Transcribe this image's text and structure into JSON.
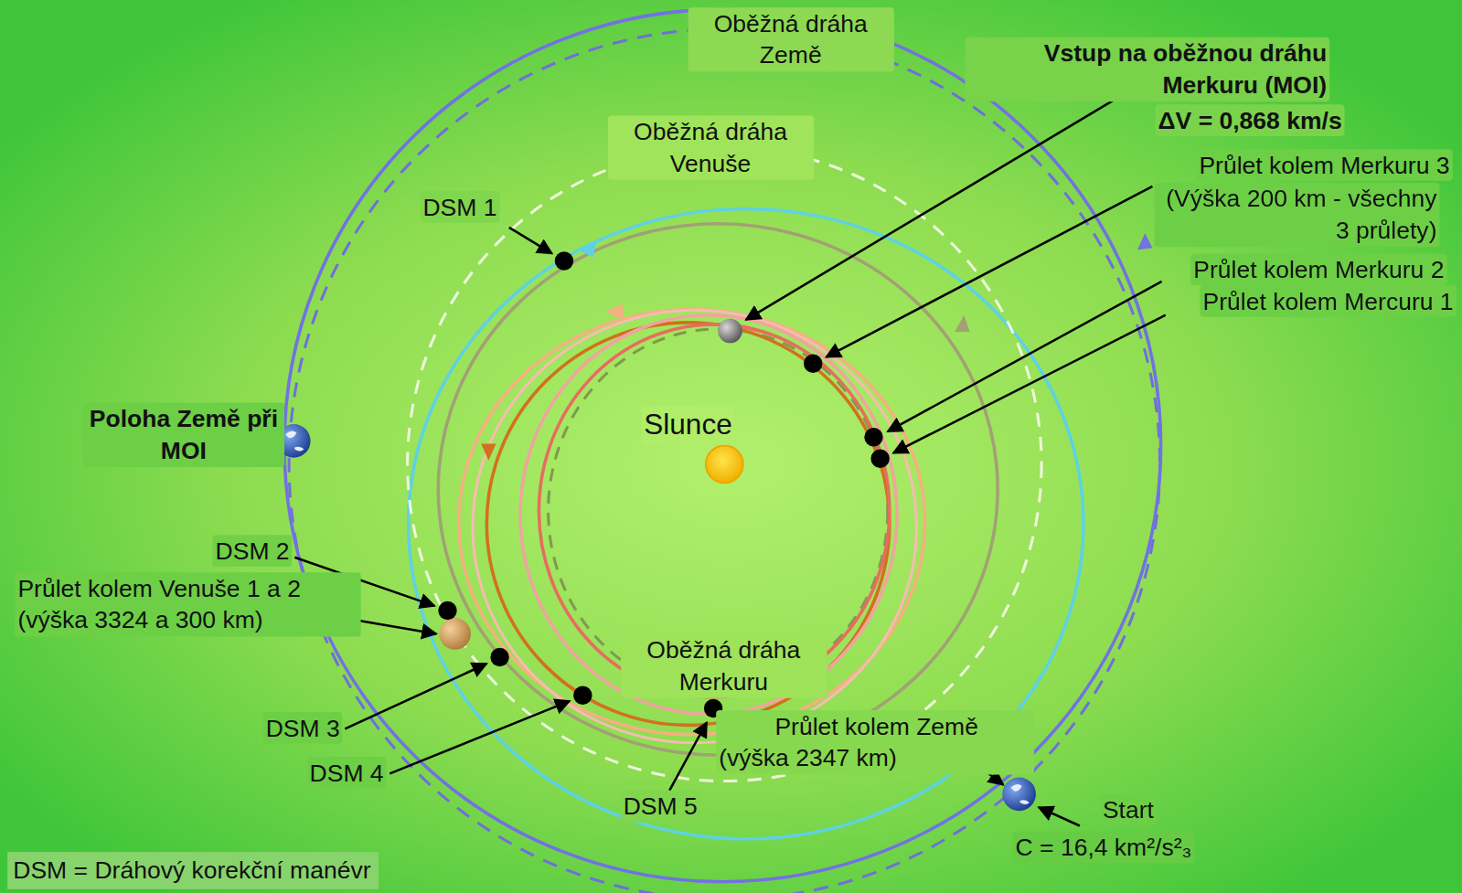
{
  "diagram": {
    "nodes": [
      {
        "text": [
          "DSM = Dráhový korekční manévr"
        ]
      }
    ],
    "labels": [
      "Oběžná dráha Země",
      "Vstup na oběžnou dráhu Merkuru (MOI)",
      "ΔV = 0,868 km/s",
      "Oběžná dráha Venuše",
      "Průlet kolem Merkuru 3",
      "(Výška 200 km - všechny 3 průlety)",
      "Průlet kolem Merkuru 2",
      "Průlet kolem Mercuru 1",
      "Slunce",
      "Poloha Země při MOI",
      "DSM 1",
      "DSM 2",
      "Průlet kolem Venuše 1 a 2 (výška 3324 a 300 km)",
      "DSM 3",
      "DSM 4",
      "Oběžná dráha Merkuru",
      "DSM 5",
      "Průlet kolem Země (výška 2347 km)",
      "Start",
      "C = 16,4 km²/s²₃"
    ]
  }
}
